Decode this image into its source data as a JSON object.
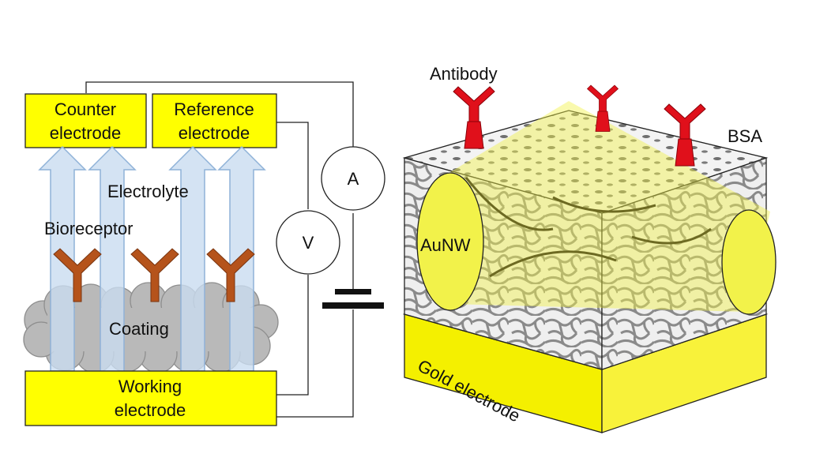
{
  "left_schematic": {
    "counter_electrode": [
      "Counter",
      "electrode"
    ],
    "reference_electrode": [
      "Reference",
      "electrode"
    ],
    "working_electrode": [
      "Working",
      "electrode"
    ],
    "electrolyte_label": "Electrolyte",
    "bioreceptor_label": "Bioreceptor",
    "coating_label": "Coating",
    "ammeter_symbol": "A",
    "voltmeter_symbol": "V"
  },
  "right_illustration": {
    "antibody_label": "Antibody",
    "bsa_label": "BSA",
    "aunw_label": "AuNW",
    "gold_electrode_label": "Gold electrode"
  },
  "colors": {
    "electrode_fill": "#ffff00",
    "arrow_fill": "#c9dcf0",
    "arrow_stroke": "#8fb2d8",
    "bioreceptor": "#b5531b",
    "coating": "#b9b9b9",
    "antibody": "#e0101b",
    "nanowire": "#f2f24a",
    "gold": "#f4f000"
  }
}
